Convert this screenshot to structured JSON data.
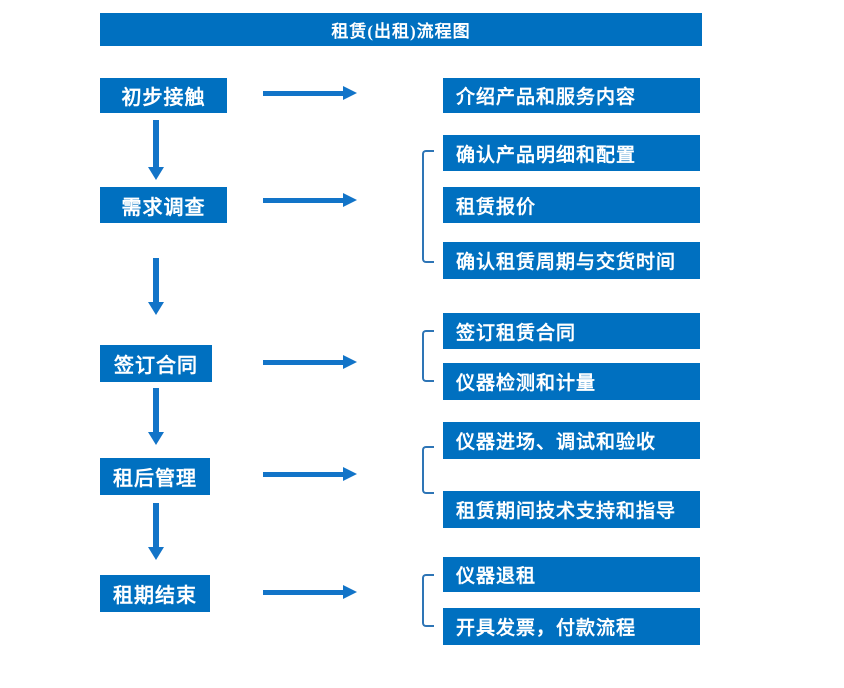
{
  "title": "租赁(出租)流程图",
  "colors": {
    "box_blue": "#0070C0",
    "arrow_blue": "#1274C8",
    "bracket_blue": "#2E75B6",
    "text_white": "#FFFFFF",
    "background": "#FFFFFF"
  },
  "steps": [
    {
      "label": "初步接触",
      "details": [
        "介绍产品和服务内容"
      ]
    },
    {
      "label": "需求调查",
      "details": [
        "确认产品明细和配置",
        "租赁报价",
        "确认租赁周期与交货时间"
      ]
    },
    {
      "label": "签订合同",
      "details": [
        "签订租赁合同",
        "仪器检测和计量"
      ]
    },
    {
      "label": "租后管理",
      "details": [
        "仪器进场、调试和验收",
        "租赁期间技术支持和指导"
      ]
    },
    {
      "label": "租期结束",
      "details": [
        "仪器退租",
        "开具发票，付款流程"
      ]
    }
  ]
}
